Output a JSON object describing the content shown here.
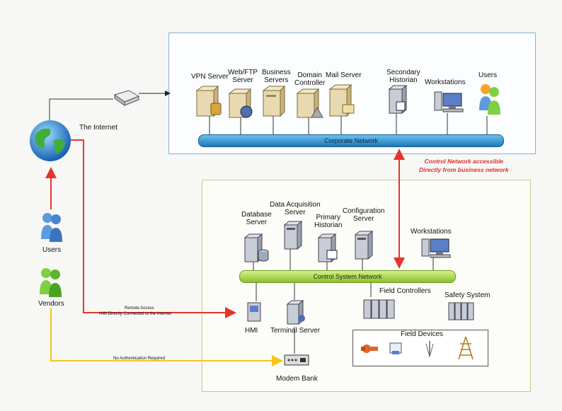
{
  "internet": {
    "label": "The Internet"
  },
  "external": {
    "users_label": "Users",
    "vendors_label": "Vendors"
  },
  "corporate": {
    "bus_label": "Corporate Network",
    "nodes": {
      "vpn": "VPN Server",
      "webftp": "Web/FTP\nServer",
      "business": "Business\nServers",
      "domain": "Domain\nController",
      "mail": "Mail Server",
      "historian": "Secondary\nHistorian",
      "workstations": "Workstations",
      "users": "Users"
    }
  },
  "warning": {
    "text": "Control Network accessible\nDirectly from business network",
    "color": "#e0312a"
  },
  "control": {
    "bus_label": "Control System Network",
    "nodes": {
      "database": "Database\nServer",
      "daq": "Data Acquisition\nServer",
      "primary": "Primary\nHistorian",
      "config": "Configuration\nServer",
      "workstations": "Workstations",
      "field_controllers": "Field Controllers",
      "safety": "Safety System",
      "hmi": "HMI",
      "terminal": "Terminal Server",
      "field_devices": "Field Devices"
    }
  },
  "remote_access": {
    "line1": "Remote Access",
    "line2": "HMI Directly Connected to the Internet"
  },
  "no_auth": {
    "text": "No Authentication Required"
  },
  "modem": {
    "label": "Modem Bank"
  },
  "colors": {
    "red_link": "#e6342a",
    "yellow_link": "#f5c518",
    "corporate_bus": "#2f8fc9",
    "control_bus": "#9ccc3c",
    "corporate_frame": "#7fb3d9",
    "control_frame": "#c9c98a"
  }
}
